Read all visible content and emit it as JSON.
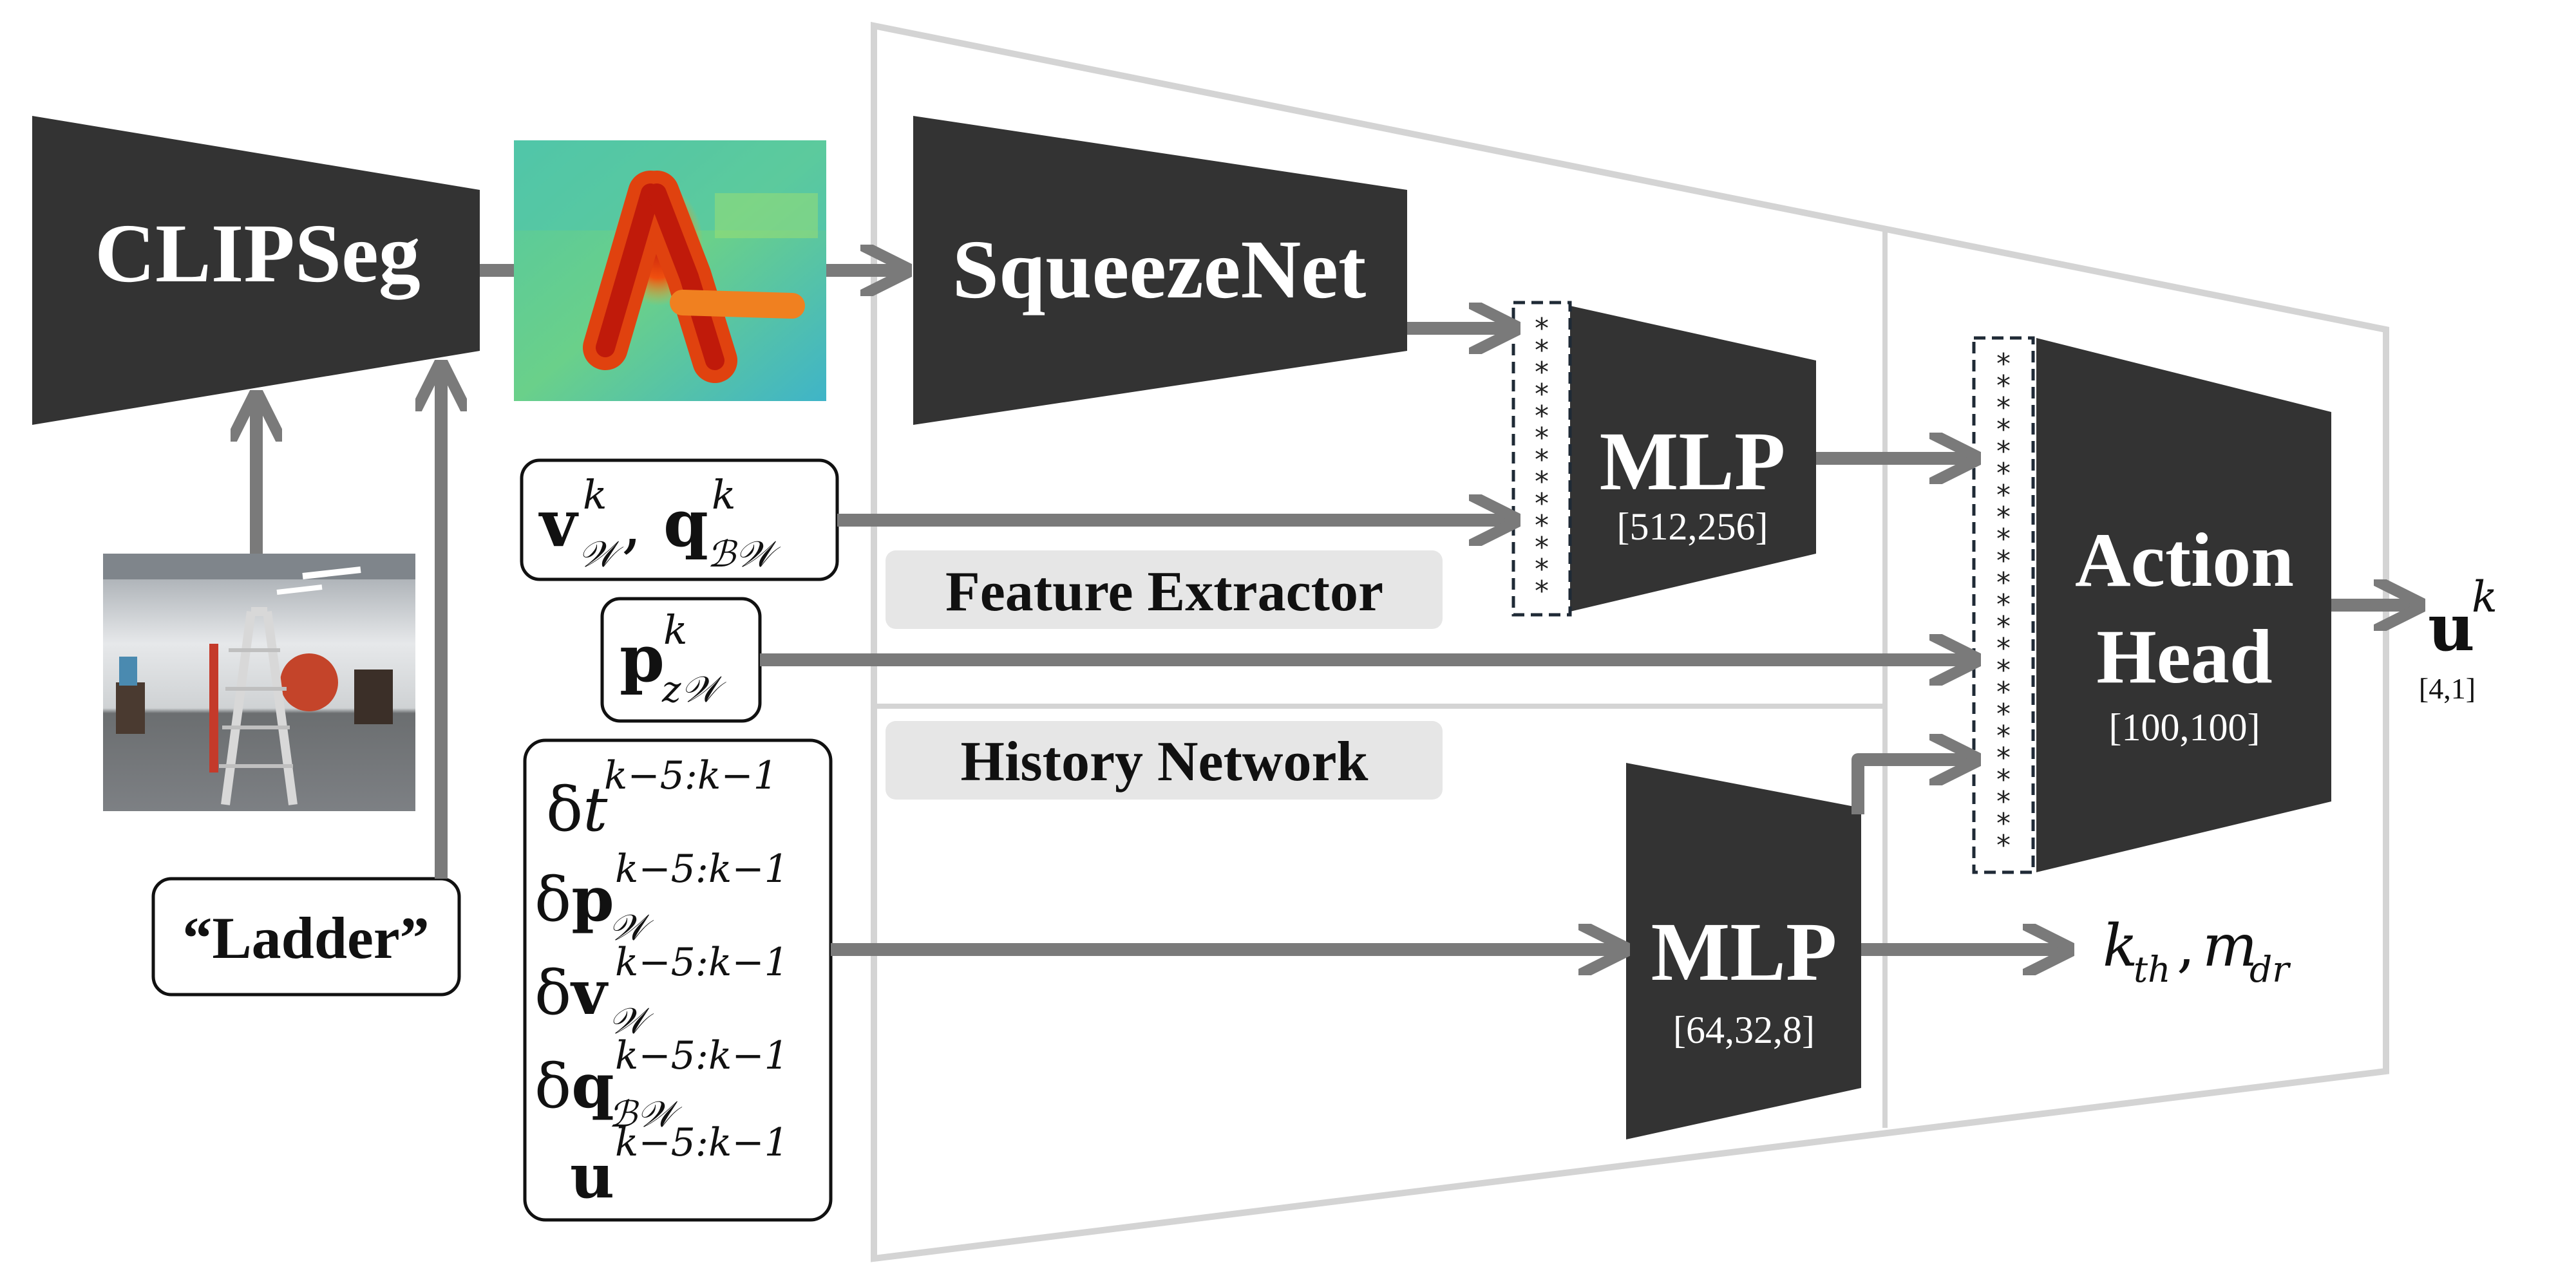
{
  "blocks": {
    "clipseg": {
      "label": "CLIPSeg"
    },
    "squeezenet": {
      "label": "SqueezeNet"
    },
    "mlp_feature": {
      "label": "MLP",
      "dims": "[512,256]"
    },
    "mlp_history": {
      "label": "MLP",
      "dims": "[64,32,8]"
    },
    "action_head": {
      "label_line1": "Action",
      "label_line2": "Head",
      "dims": "[100,100]"
    }
  },
  "sections": {
    "feature_extractor": "Feature Extractor",
    "history_network": "History Network"
  },
  "prompt": {
    "label": "“Ladder”"
  },
  "output": {
    "u_dims": "[4,1]"
  },
  "math": {
    "v": "v",
    "q": "q",
    "p": "p",
    "u": "u",
    "t": "t",
    "k": "k",
    "W": "𝒲",
    "BW": "ℬ𝒲",
    "zW": "z𝒲",
    "range": "k−5:k−1",
    "delta": "δ",
    "comma": ",",
    "kth": "k",
    "th": "th",
    "mdr": "m",
    "dr": "dr"
  },
  "colors": {
    "block": "#333333",
    "arrow": "#7a7a7a",
    "frame": "#d4d4d4",
    "pill": "#e6e6e6",
    "concat_border": "#1f2a36"
  }
}
